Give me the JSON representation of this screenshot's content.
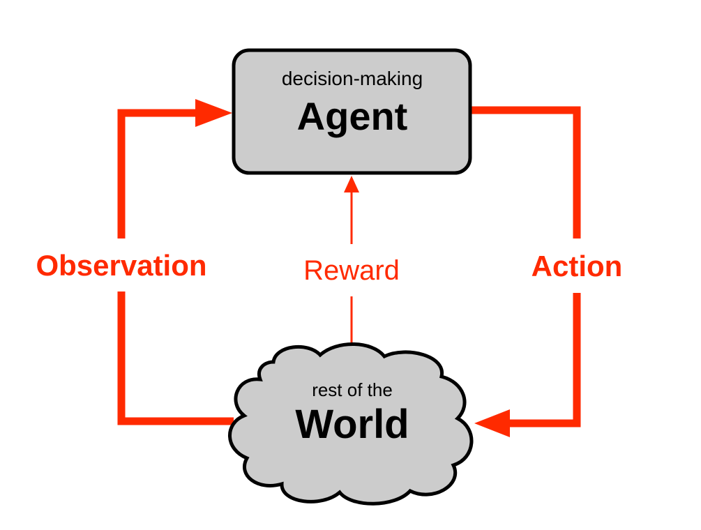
{
  "colors": {
    "arrow": "#ff2a00",
    "node_fill": "#cccccc",
    "node_stroke": "#000000",
    "background": "#ffffff"
  },
  "agent": {
    "caption": "decision-making",
    "title": "Agent",
    "shape": "rounded-rectangle"
  },
  "world": {
    "caption": "rest of the",
    "title": "World",
    "shape": "cloud"
  },
  "edges": {
    "observation": {
      "label": "Observation",
      "from": "World",
      "to": "Agent"
    },
    "reward": {
      "label": "Reward",
      "from": "World",
      "to": "Agent"
    },
    "action": {
      "label": "Action",
      "from": "Agent",
      "to": "World"
    }
  }
}
